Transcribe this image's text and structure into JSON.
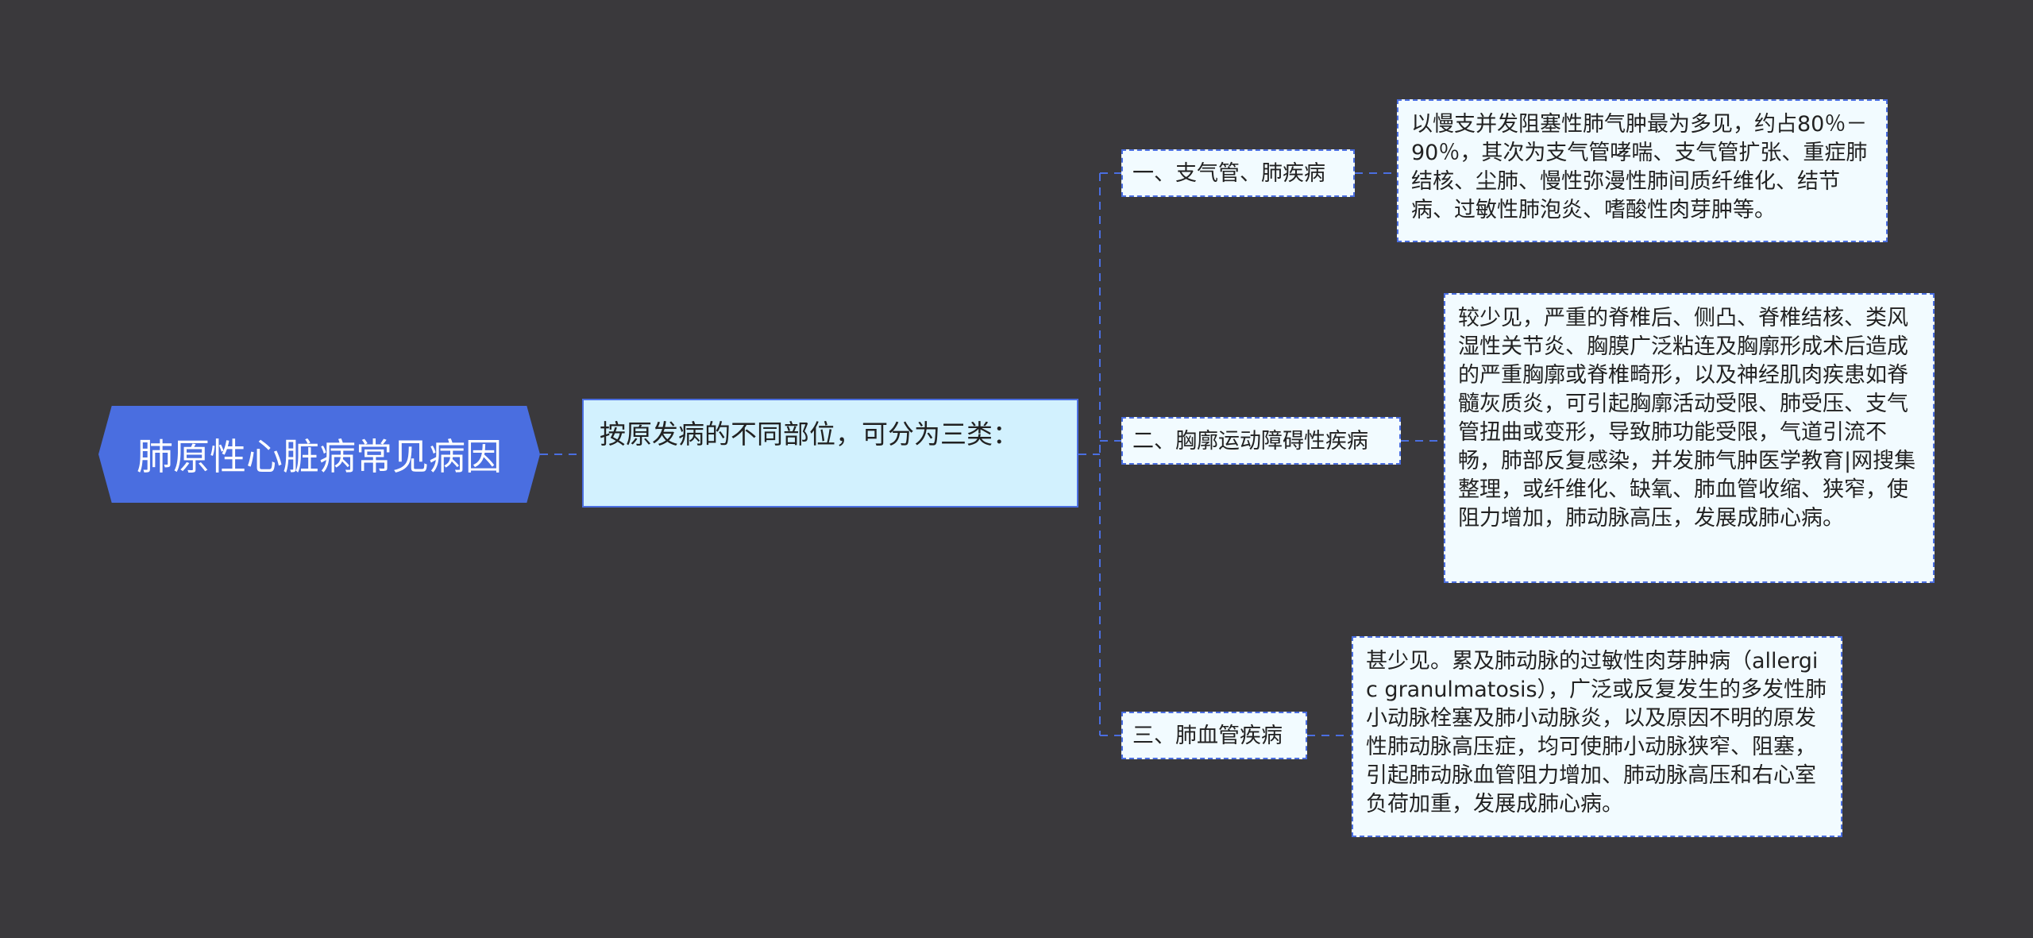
{
  "root": {
    "label": "肺原性心脏病常见病因"
  },
  "sub": {
    "label": "按原发病的不同部位，可分为三类："
  },
  "branches": [
    {
      "label": "一、支气管、肺疾病",
      "detail": "以慢支并发阻塞性肺气肿最为多见，约占80％－90％，其次为支气管哮喘、支气管扩张、重症肺结核、尘肺、慢性弥漫性肺间质纤维化、结节病、过敏性肺泡炎、嗜酸性肉芽肿等。"
    },
    {
      "label": "二、胸廓运动障碍性疾病",
      "detail": "较少见，严重的脊椎后、侧凸、脊椎结核、类风湿性关节炎、胸膜广泛粘连及胸廓形成术后造成的严重胸廓或脊椎畸形，以及神经肌肉疾患如脊髓灰质炎，可引起胸廓活动受限、肺受压、支气管扭曲或变形，导致肺功能受限，气道引流不畅，肺部反复感染，并发肺气肿医学教育|网搜集整理，或纤维化、缺氧、肺血管收缩、狭窄，使阻力增加，肺动脉高压，发展成肺心病。"
    },
    {
      "label": "三、肺血管疾病",
      "detail": "甚少见。累及肺动脉的过敏性肉芽肿病（allergic granulmatosis），广泛或反复发生的多发性肺小动脉栓塞及肺小动脉炎，以及原因不明的原发性肺动脉高压症，均可使肺小动脉狭窄、阻塞，引起肺动脉血管阻力增加、肺动脉高压和右心室负荷加重，发展成肺心病。"
    }
  ],
  "colors": {
    "background": "#3a393c",
    "accent": "#4a6ee0",
    "sub_fill": "#d2f1fe",
    "node_fill": "#f2fbff"
  }
}
